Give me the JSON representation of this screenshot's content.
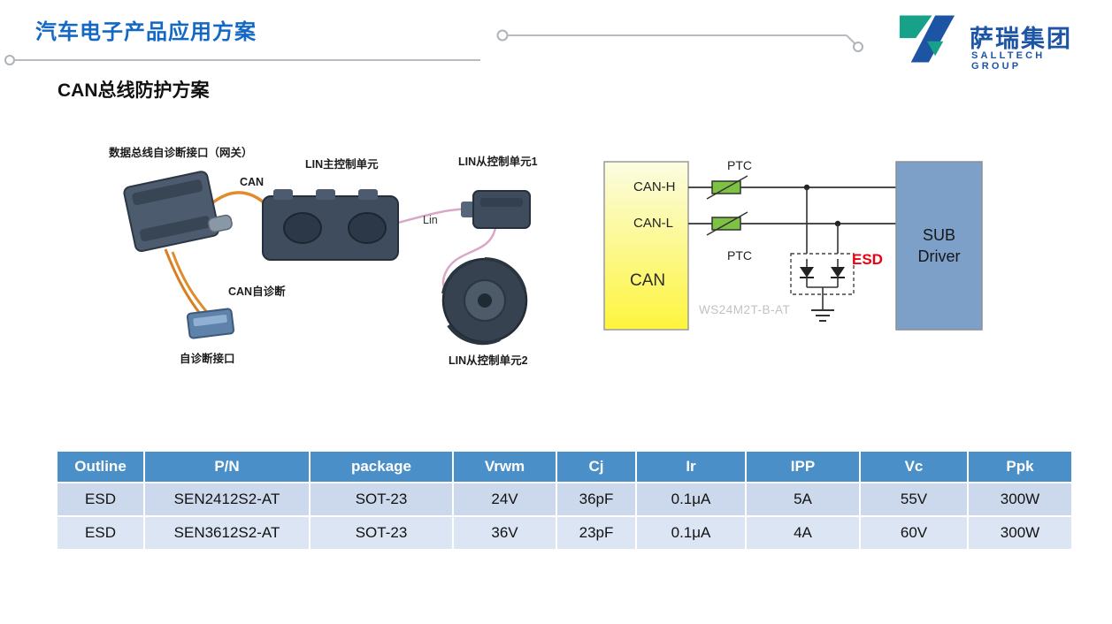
{
  "header": {
    "title": "汽车电子产品应用方案",
    "logo": {
      "name": "萨瑞集团",
      "subtitle": "SALLTECH GROUP"
    }
  },
  "section_title": "CAN总线防护方案",
  "illustration": {
    "labels": {
      "gateway": "数据总线自诊断接口（网关）",
      "can": "CAN",
      "lin_master": "LIN主控制单元",
      "lin_slave1": "LIN从控制单元1",
      "lin_wire": "Lin",
      "can_diag": "CAN自诊断",
      "diag_port": "自诊断接口",
      "lin_slave2": "LIN从控制单元2"
    }
  },
  "circuit": {
    "can_h": "CAN-H",
    "can_l": "CAN-L",
    "can_box_label": "CAN",
    "ptc_label": "PTC",
    "esd_label": "ESD",
    "part_watermark": "WS24M2T-B-AT",
    "sub_driver_line1": "SUB",
    "sub_driver_line2": "Driver"
  },
  "table": {
    "headers": [
      "Outline",
      "P/N",
      "package",
      "Vrwm",
      "Cj",
      "Ir",
      "IPP",
      "Vc",
      "Ppk"
    ],
    "rows": [
      [
        "ESD",
        "SEN2412S2-AT",
        "SOT-23",
        "24V",
        "36pF",
        "0.1μA",
        "5A",
        "55V",
        "300W"
      ],
      [
        "ESD",
        "SEN3612S2-AT",
        "SOT-23",
        "36V",
        "23pF",
        "0.1μA",
        "4A",
        "60V",
        "300W"
      ]
    ]
  },
  "colors": {
    "title_blue": "#1368c4",
    "logo_blue": "#1d55a4",
    "logo_teal": "#17a189",
    "table_header_blue": "#4a8fc7",
    "row_light_blue": "#ccd8ec",
    "row_lighter_blue": "#dbe5f3",
    "esd_red": "#ec0012",
    "ptc_green": "#7dc243",
    "can_box_yellow": "#fdf53d",
    "sub_driver_blue": "#7da0c9"
  }
}
